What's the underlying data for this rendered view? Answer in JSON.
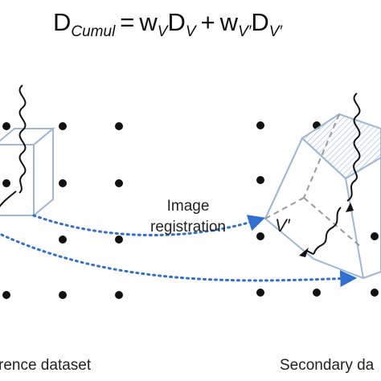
{
  "formula": {
    "lhs_base": "D",
    "lhs_sub": "Cumul",
    "eq": "=",
    "w1": "w",
    "w1_sub": "V",
    "d1": "D",
    "d1_sub": "V",
    "plus": "+",
    "w2": "w",
    "w2_sub": "V′",
    "d2": "D",
    "d2_sub": "V′"
  },
  "labels": {
    "image_registration_line1": "Image",
    "image_registration_line2": "registration",
    "voxel_prime": "V′",
    "reference_dataset": "rence dataset",
    "secondary_dataset": "Secondary da"
  },
  "colors": {
    "box": "#9db8d6",
    "arrow": "#2f6fd1",
    "dot": "#111111",
    "dash": "#9a9a9a"
  }
}
